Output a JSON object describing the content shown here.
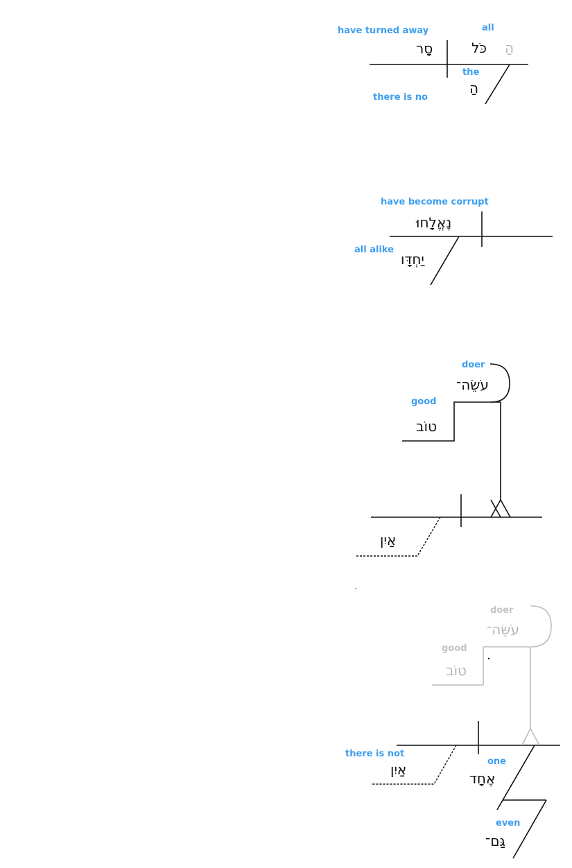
{
  "diagrams": [
    {
      "verb_gloss": "have turned away",
      "verb": "סָר",
      "subject_gloss": "all",
      "subject": "כֹּל",
      "subject_article": "הַ",
      "modifier_gloss": "the",
      "modifier": "הַ",
      "extra_gloss": "there is no"
    },
    {
      "verb_gloss": "have become corrupt",
      "verb": "נֶאֱלָחוּ",
      "modifier_gloss": "all alike",
      "modifier": "יַחְדָּו"
    },
    {
      "subject_gloss": "doer",
      "subject": "עֹשֵׂה־",
      "object_gloss": "good",
      "object": "טוֹב",
      "predicate": "אַיִן"
    },
    {
      "subject_gloss": "doer",
      "subject": "עֹשֵׂה־",
      "object_gloss": "good",
      "object": "טוֹב",
      "predicate_gloss": "there is not",
      "predicate": "אַיִן",
      "modifier_gloss": "one",
      "modifier": "אֶחָד",
      "sub_modifier_gloss": "even",
      "sub_modifier": "גַּם־"
    }
  ],
  "colors": {
    "gloss": "#3d9ff0",
    "faded": "#bdbdbd",
    "line": "#111111"
  }
}
